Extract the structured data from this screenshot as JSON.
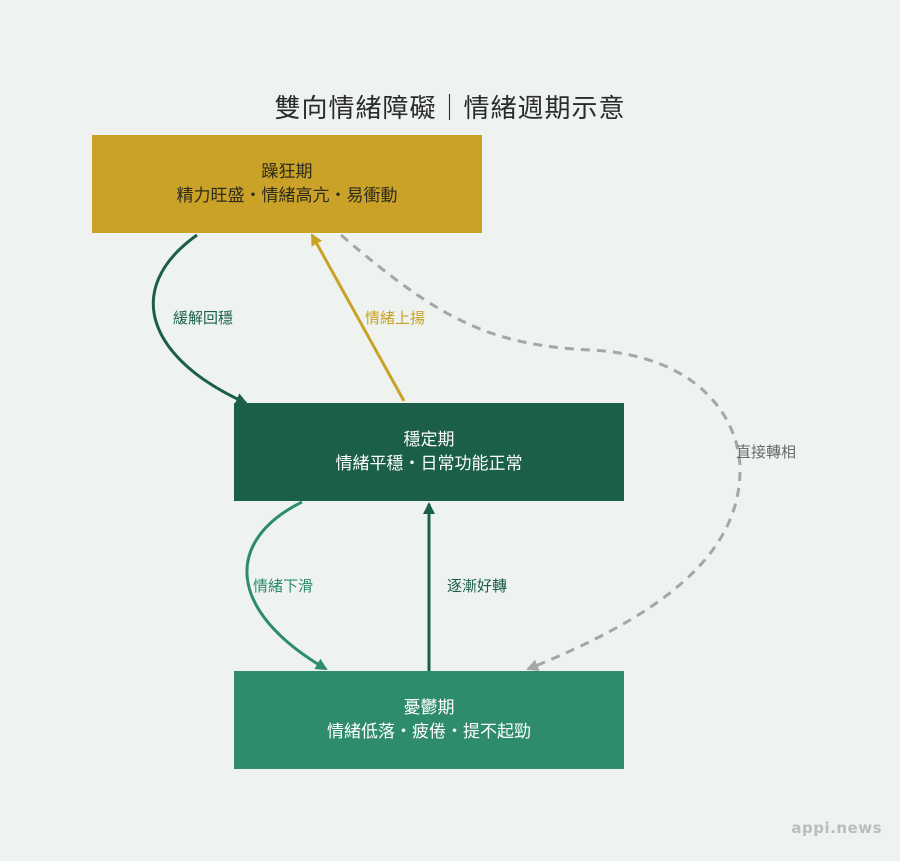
{
  "title": "雙向情緒障礙｜情緒週期示意",
  "nodes": {
    "mania": {
      "name": "躁狂期",
      "desc": "精力旺盛・情緒高亢・易衝動",
      "color": "#c9a227"
    },
    "stable": {
      "name": "穩定期",
      "desc": "情緒平穩・日常功能正常",
      "color": "#1b5e4a"
    },
    "depression": {
      "name": "憂鬱期",
      "desc": "情緒低落・疲倦・提不起勁",
      "color": "#2e8b6e"
    }
  },
  "edges": {
    "mania_to_stable": {
      "label": "緩解回穩",
      "color": "#1b5e4a"
    },
    "stable_to_mania": {
      "label": "情緒上揚",
      "color": "#c9a227"
    },
    "mania_to_depression": {
      "label": "直接轉相",
      "color": "#a6a6a6",
      "style": "dashed"
    },
    "stable_to_depression": {
      "label": "情緒下滑",
      "color": "#2e8b6e"
    },
    "depression_to_stable": {
      "label": "逐漸好轉",
      "color": "#1b5e4a"
    }
  },
  "watermark": "appi.news"
}
